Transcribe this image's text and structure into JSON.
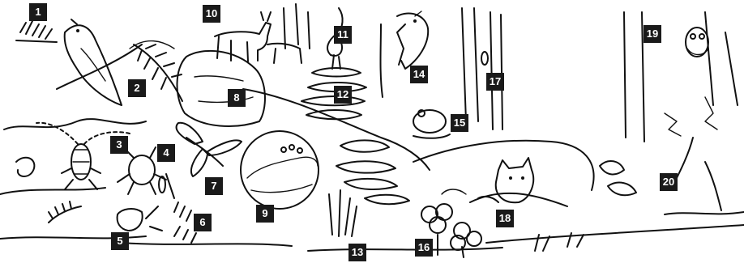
{
  "markers": [
    "1",
    "2",
    "3",
    "4",
    "5",
    "6",
    "7",
    "8",
    "9",
    "10",
    "11",
    "12",
    "13",
    "14",
    "15",
    "16",
    "17",
    "18",
    "19",
    "20"
  ],
  "colors": {
    "ink": "#111111",
    "label_bg": "#1a1a1a",
    "label_text": "#ffffff",
    "paper": "#ffffff"
  }
}
